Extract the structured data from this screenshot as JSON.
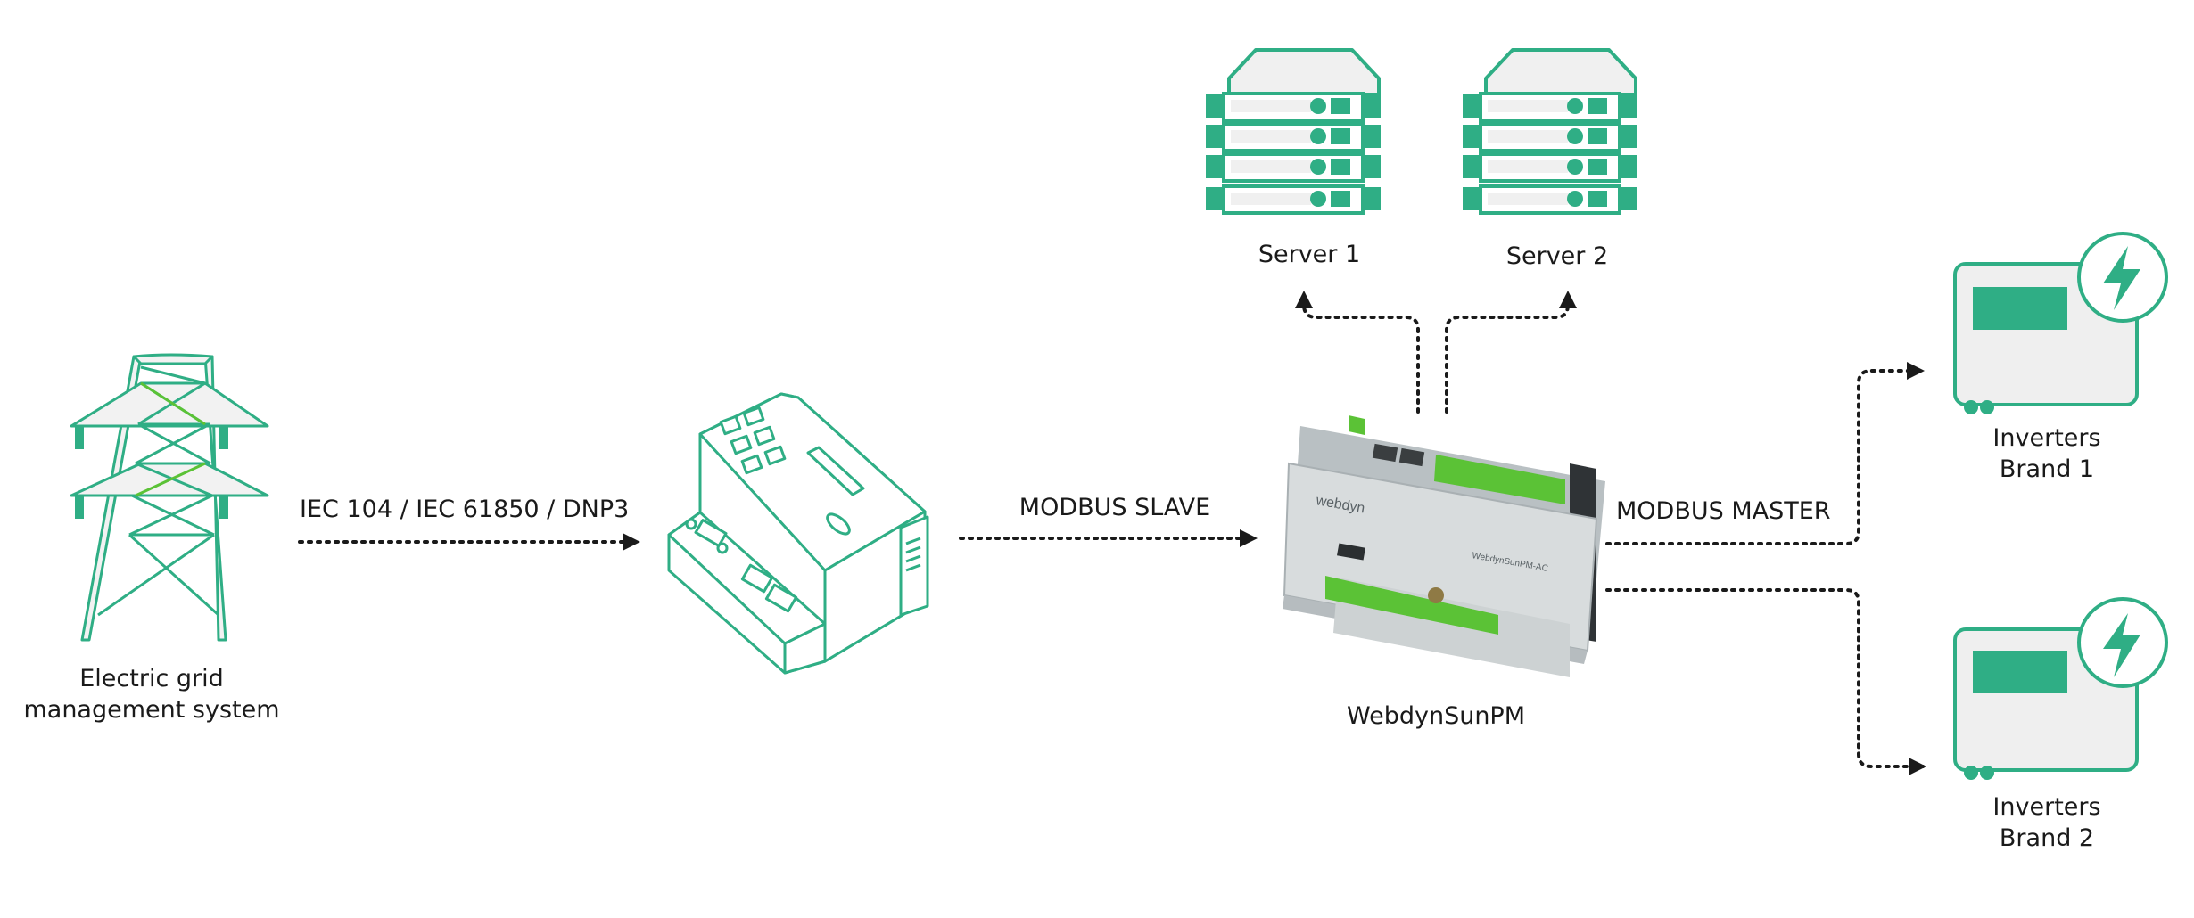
{
  "colors": {
    "accent": "#2fae85",
    "outline": "#2fae85",
    "device_body": "#d4d8d9",
    "terminal_green": "#5bc236",
    "panel_gray": "#efefef",
    "arrow": "#1a1a1a"
  },
  "nodes": {
    "grid": {
      "label_line1": "Electric grid",
      "label_line2": "management system",
      "icon": "transmission-tower-icon"
    },
    "gateway": {
      "icon": "din-rail-gateway-icon"
    },
    "sunpm": {
      "label": "WebdynSunPM",
      "brand": "webdyn",
      "model": "WebdynSunPM-AC",
      "icon": "webdynsunpm-device-icon"
    },
    "server1": {
      "label": "Server 1",
      "icon": "server-rack-icon"
    },
    "server2": {
      "label": "Server 2",
      "icon": "server-rack-icon"
    },
    "inverter1": {
      "label_line1": "Inverters",
      "label_line2": "Brand 1",
      "icon": "inverter-icon"
    },
    "inverter2": {
      "label_line1": "Inverters",
      "label_line2": "Brand 2",
      "icon": "inverter-icon"
    }
  },
  "edges": {
    "grid_to_gateway": {
      "label": "IEC 104 / IEC 61850 / DNP3"
    },
    "gateway_to_sunpm": {
      "label": "MODBUS SLAVE"
    },
    "sunpm_to_inverters": {
      "label": "MODBUS MASTER"
    }
  }
}
